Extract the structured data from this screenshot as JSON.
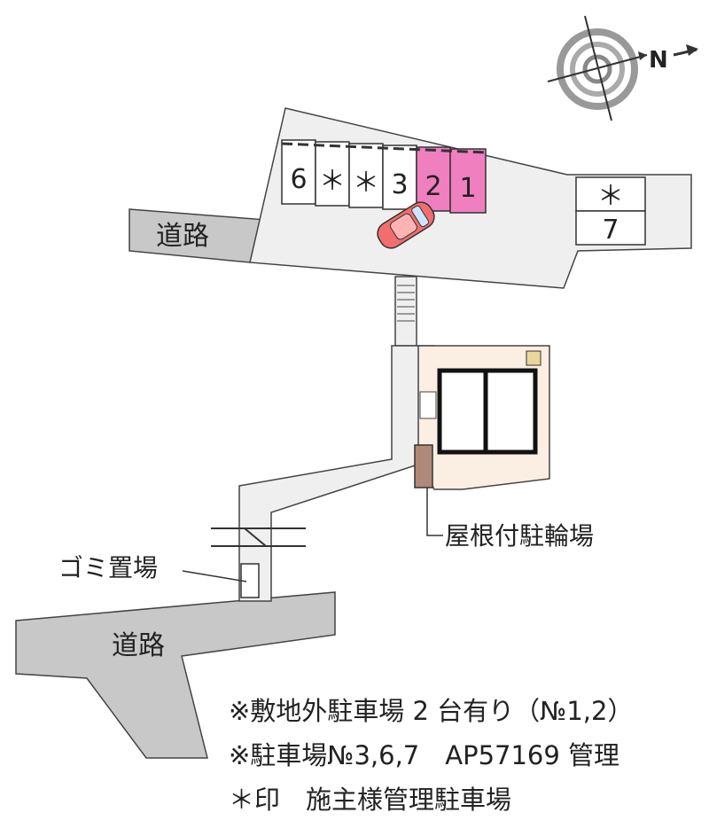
{
  "compass": {
    "north_label": "N"
  },
  "road_labels": {
    "upper": "道路",
    "lower": "道路"
  },
  "parking_slots": [
    {
      "label": "6",
      "color": "#ffffff"
    },
    {
      "label": "＊",
      "color": "#ffffff"
    },
    {
      "label": "＊",
      "color": "#ffffff"
    },
    {
      "label": "3",
      "color": "#ffffff"
    },
    {
      "label": "2",
      "color": "#f07fc0"
    },
    {
      "label": "1",
      "color": "#f07fc0"
    }
  ],
  "side_slots": [
    {
      "label": "＊"
    },
    {
      "label": "7"
    }
  ],
  "callouts": {
    "bike_parking": "屋根付駐輪場",
    "garbage": "ゴミ置場"
  },
  "notes": [
    "※敷地外駐車場 2 台有り（№1,2）",
    "※駐車場№3,6,7　AP57169 管理",
    "＊印　施主様管理駐車場"
  ],
  "colors": {
    "road": "#c8c8c8",
    "site": "#efefef",
    "highlight": "#f07fc0",
    "building_floor": "#fbeee2",
    "bike": "#b08a78"
  }
}
